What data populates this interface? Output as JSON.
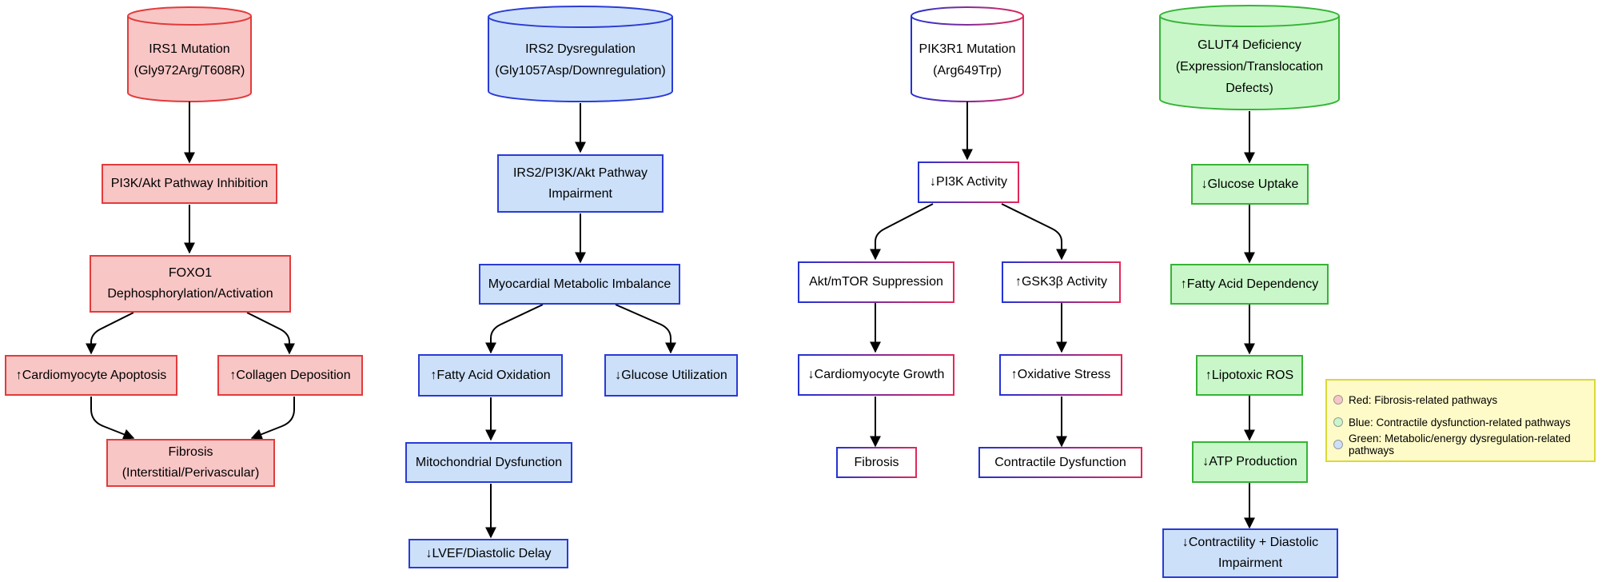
{
  "col1": {
    "source": "IRS1 Mutation\n(Gly972Arg/T608R)",
    "pathway": "PI3K/Akt Pathway Inhibition",
    "foxo": "FOXO1\nDephosphorylation/Activation",
    "apoptosis": "↑Cardiomyocyte Apoptosis",
    "collagen": "↑Collagen Deposition",
    "fibrosis": "Fibrosis\n(Interstitial/Perivascular)"
  },
  "col2": {
    "source": "IRS2 Dysregulation\n(Gly1057Asp/Downregulation)",
    "pathway": "IRS2/PI3K/Akt Pathway\nImpairment",
    "imbalance": "Myocardial Metabolic Imbalance",
    "fatty_oxidation": "↑Fatty Acid Oxidation",
    "glucose_util": "↓Glucose Utilization",
    "mito": "Mitochondrial Dysfunction",
    "lvef": "↓LVEF/Diastolic Delay"
  },
  "col3": {
    "source": "PIK3R1 Mutation\n(Arg649Trp)",
    "pi3k": "↓PI3K Activity",
    "akt": "Akt/mTOR Suppression",
    "gsk": "↑GSK3β Activity",
    "growth": "↓Cardiomyocyte Growth",
    "oxidative": "↑Oxidative Stress",
    "fibrosis": "Fibrosis",
    "contractile": "Contractile Dysfunction"
  },
  "col4": {
    "source": "GLUT4 Deficiency\n(Expression/Translocation\nDefects)",
    "glucose_uptake": "↓Glucose Uptake",
    "fatty_dep": "↑Fatty Acid Dependency",
    "ros": "↑Lipotoxic ROS",
    "atp": "↓ATP Production",
    "contractility": "↓Contractility + Diastolic\nImpairment"
  },
  "legend": {
    "items": [
      {
        "label": "Red: Fibrosis-related pathways",
        "color": "#f9c6c6"
      },
      {
        "label": "Blue: Contractile dysfunction-related pathways",
        "color": "#c9f7c9"
      },
      {
        "label": "Green: Metabolic/energy dysregulation-related pathways",
        "color": "#cce0fa"
      }
    ]
  }
}
